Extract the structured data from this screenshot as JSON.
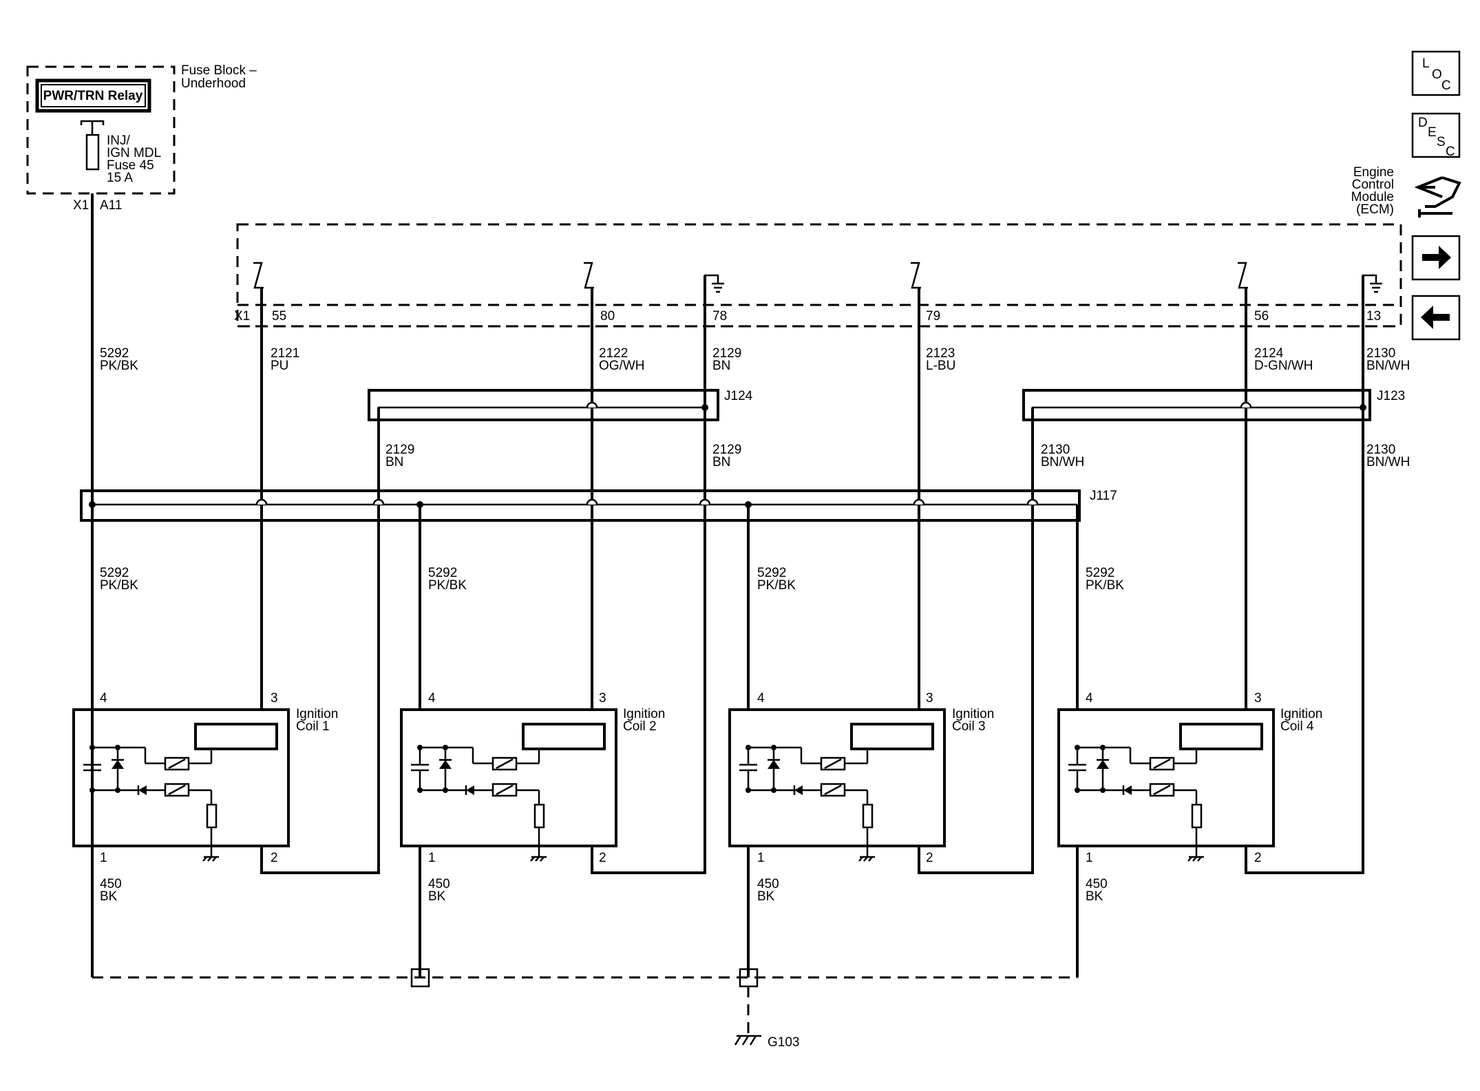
{
  "fuse_block": {
    "title_line1": "Fuse Block –",
    "title_line2": "Underhood",
    "relay": "PWR/TRN Relay",
    "fuse_line1": "INJ/",
    "fuse_line2": "IGN MDL",
    "fuse_line3": "Fuse 45",
    "fuse_line4": "15 A",
    "conn": "X1",
    "pin": "A11"
  },
  "ecm": {
    "line1": "Engine",
    "line2": "Control",
    "line3": "Module",
    "line4": "(ECM)",
    "conn": "X1",
    "pins": [
      "55",
      "80",
      "78",
      "79",
      "56",
      "13"
    ]
  },
  "circuits": {
    "feed_top": {
      "num": "5292",
      "color": "PK/BK"
    },
    "c2121": {
      "num": "2121",
      "color": "PU"
    },
    "c2122": {
      "num": "2122",
      "color": "OG/WH"
    },
    "c2129_top": {
      "num": "2129",
      "color": "BN"
    },
    "c2123": {
      "num": "2123",
      "color": "L-BU"
    },
    "c2124": {
      "num": "2124",
      "color": "D-GN/WH"
    },
    "c2130_top": {
      "num": "2130",
      "color": "BN/WH"
    },
    "c2129_left": {
      "num": "2129",
      "color": "BN"
    },
    "c2129_right": {
      "num": "2129",
      "color": "BN"
    },
    "c2130_left": {
      "num": "2130",
      "color": "BN/WH"
    },
    "c2130_right": {
      "num": "2130",
      "color": "BN/WH"
    },
    "feed1": {
      "num": "5292",
      "color": "PK/BK"
    },
    "feed2": {
      "num": "5292",
      "color": "PK/BK"
    },
    "feed3": {
      "num": "5292",
      "color": "PK/BK"
    },
    "feed4": {
      "num": "5292",
      "color": "PK/BK"
    },
    "gnd1": {
      "num": "450",
      "color": "BK"
    },
    "gnd2": {
      "num": "450",
      "color": "BK"
    },
    "gnd3": {
      "num": "450",
      "color": "BK"
    },
    "gnd4": {
      "num": "450",
      "color": "BK"
    }
  },
  "splices": {
    "j124": "J124",
    "j123": "J123",
    "j117": "J117"
  },
  "coils": [
    {
      "name_line1": "Ignition",
      "name_line2": "Coil 1",
      "pin_feed": "4",
      "pin_ctrl": "3",
      "pin_gnd": "1",
      "pin_ref": "2"
    },
    {
      "name_line1": "Ignition",
      "name_line2": "Coil 2",
      "pin_feed": "4",
      "pin_ctrl": "3",
      "pin_gnd": "1",
      "pin_ref": "2"
    },
    {
      "name_line1": "Ignition",
      "name_line2": "Coil 3",
      "pin_feed": "4",
      "pin_ctrl": "3",
      "pin_gnd": "1",
      "pin_ref": "2"
    },
    {
      "name_line1": "Ignition",
      "name_line2": "Coil 4",
      "pin_feed": "4",
      "pin_ctrl": "3",
      "pin_gnd": "1",
      "pin_ref": "2"
    }
  ],
  "ground": "G103",
  "nav": {
    "loc": [
      "L",
      "O",
      "C"
    ],
    "desc": [
      "D",
      "E",
      "S",
      "C"
    ],
    "icons": [
      "component-view-icon",
      "arrow-right-icon",
      "arrow-left-icon"
    ]
  }
}
